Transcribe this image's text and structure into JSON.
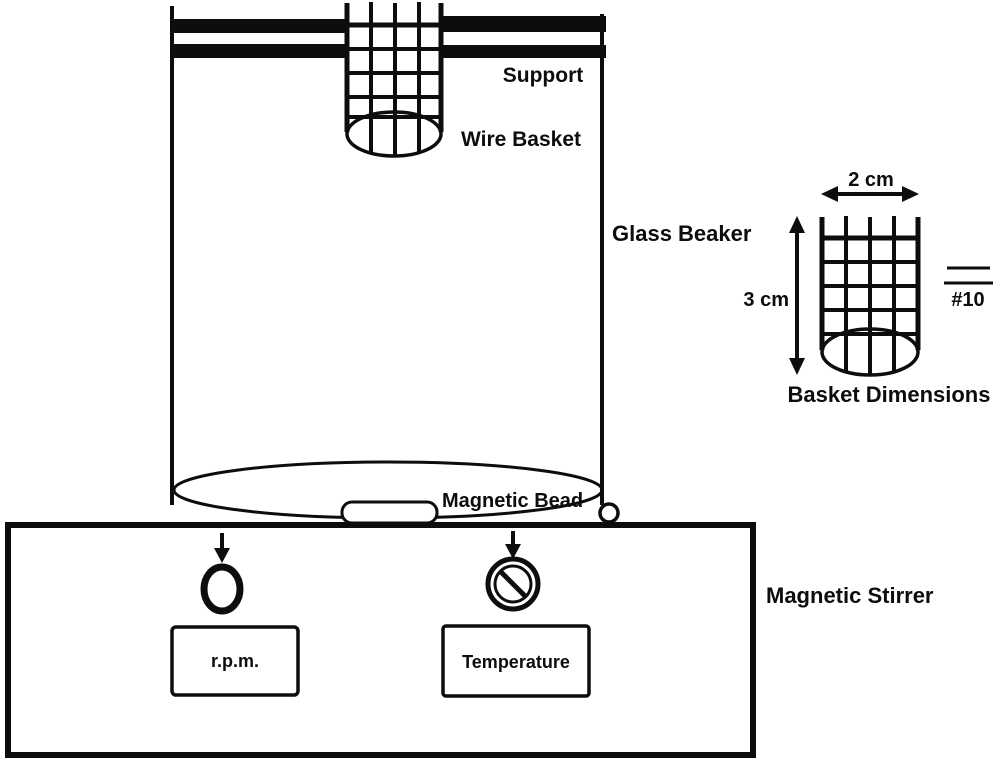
{
  "figure": {
    "title": "Magnetic stirrer apparatus diagram",
    "colors": {
      "ink": "#0d0d0d",
      "background": "#ffffff"
    },
    "apparatus": {
      "support_label": "Support",
      "wire_basket_label": "Wire Basket",
      "glass_beaker_label": "Glass Beaker",
      "magnetic_bead_label": "Magnetic Bead",
      "magnetic_stirrer_label": "Magnetic Stirrer"
    },
    "stirrer_controls": {
      "rpm_display_label": "r.p.m.",
      "temperature_display_label": "Temperature"
    },
    "basket_detail": {
      "width_dimension": "2 cm",
      "height_dimension": "3 cm",
      "mesh_size": "#10",
      "caption": "Basket Dimensions"
    }
  }
}
